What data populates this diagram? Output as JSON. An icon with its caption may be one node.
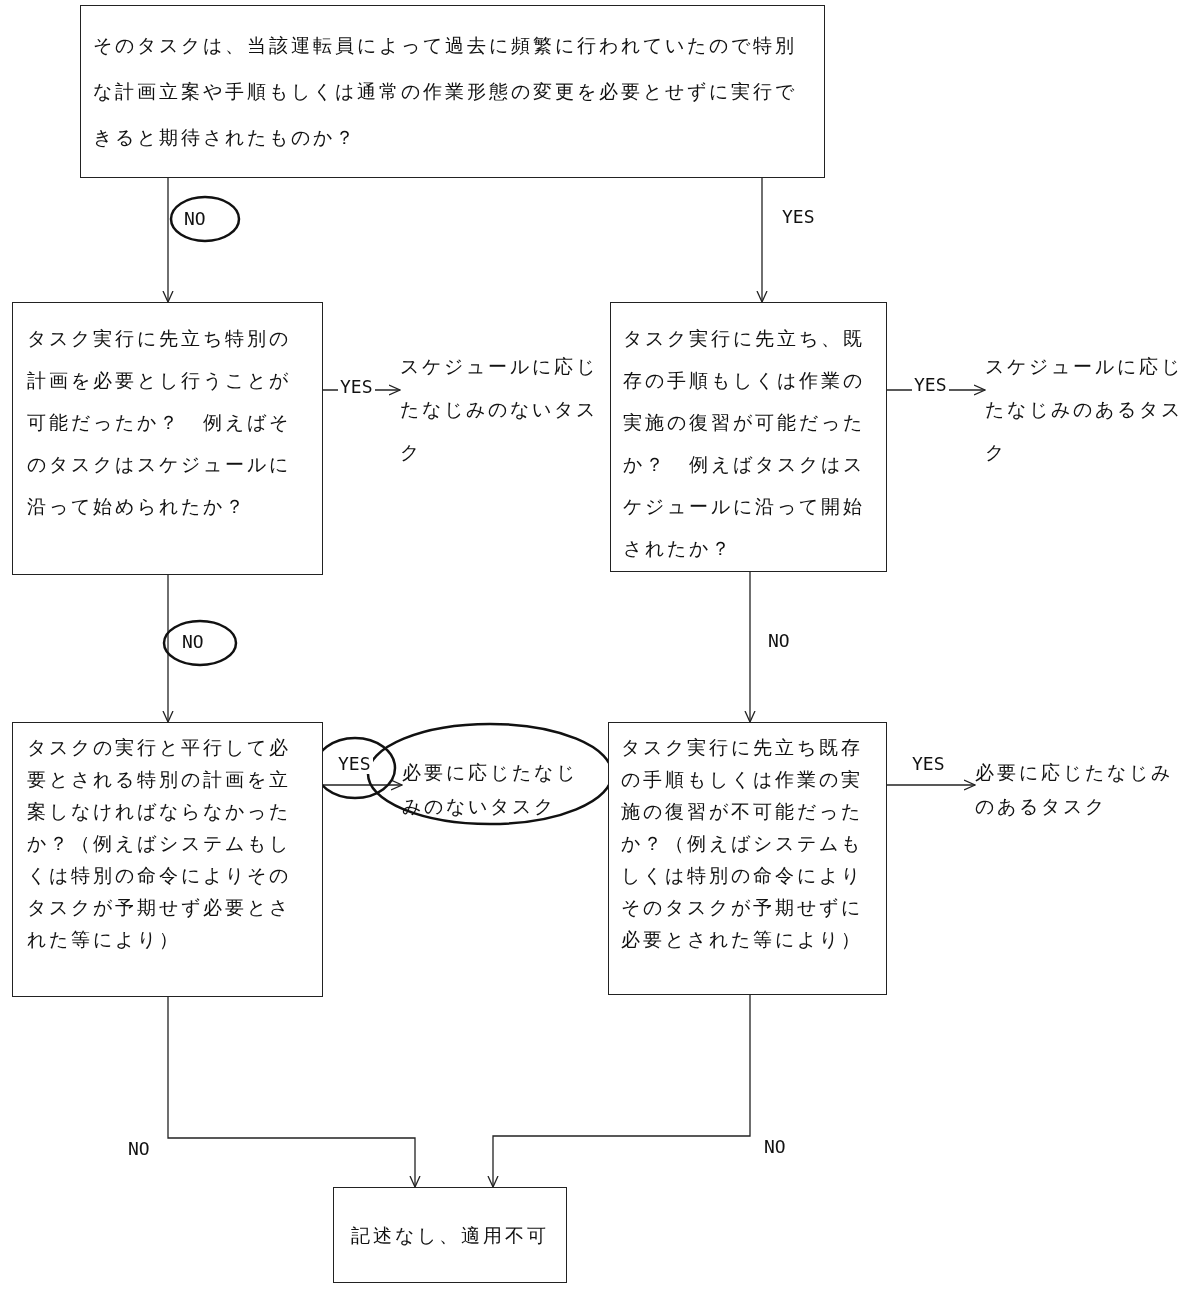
{
  "diagram": {
    "nodes": [
      {
        "text": [
          "そのタスクは、当該運転員によって過去に頻繁に行われていたので特別な計画立案や手順もしくは通常の作業形態の変更を必要とせずに実行できると期待されたものか？"
        ]
      },
      {
        "text": [
          "タスク実行に先立ち特別の計画を必要とし行うことが可能だったか？　例えばそのタスクはスケジュールに沿って始められたか？"
        ]
      },
      {
        "text": [
          "スケジュールに応じたなじみのないタスク"
        ]
      },
      {
        "text": [
          "タスク実行に先立ち、既存の手順もしくは作業の実施の復習が可能だったか？　例えばタスクはスケジュールに沿って開始されたか？"
        ]
      },
      {
        "text": [
          "スケジュールに応じたなじみのあるタスク"
        ]
      },
      {
        "text": [
          "タスクの実行と平行して必要とされる特別の計画を立案しなければならなかったか？（例えばシステムもしくは特別の命令によりそのタスクが予期せず必要とされた等により）"
        ]
      },
      {
        "text": [
          "必要に応じたなじみのないタスク"
        ]
      },
      {
        "text": [
          "タスク実行に先立ち既存の手順もしくは作業の実施の復習が不可能だったか？（例えばシステムもしくは特別の命令によりそのタスクが予期せずに必要とされた等により）"
        ]
      },
      {
        "text": [
          "必要に応じたなじみのあるタスク"
        ]
      },
      {
        "text": [
          "記述なし、適用不可"
        ]
      }
    ],
    "edges": [
      {
        "from": 0,
        "to": 1,
        "arrow": "to",
        "label": "NO"
      },
      {
        "from": 0,
        "to": 3,
        "arrow": "to",
        "label": "YES"
      },
      {
        "from": 1,
        "to": 2,
        "arrow": "to",
        "label": "YES"
      },
      {
        "from": 3,
        "to": 4,
        "arrow": "to",
        "label": "YES"
      },
      {
        "from": 1,
        "to": 5,
        "arrow": "to",
        "label": "NO"
      },
      {
        "from": 3,
        "to": 7,
        "arrow": "to",
        "label": "NO"
      },
      {
        "from": 5,
        "to": 6,
        "arrow": "to",
        "label": "YES"
      },
      {
        "from": 7,
        "to": 8,
        "arrow": "to",
        "label": "YES"
      },
      {
        "from": 5,
        "to": 9,
        "arrow": "to",
        "label": "NO"
      },
      {
        "from": 7,
        "to": 9,
        "arrow": "to",
        "label": "NO"
      }
    ]
  }
}
